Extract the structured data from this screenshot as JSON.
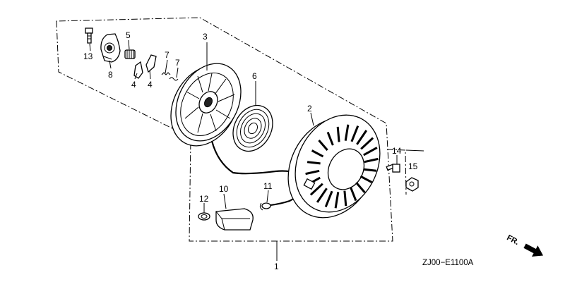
{
  "callouts": {
    "p1": "1",
    "p2": "2",
    "p3": "3",
    "p4a": "4",
    "p4b": "4",
    "p5": "5",
    "p6": "6",
    "p7a": "7",
    "p7b": "7",
    "p8": "8",
    "p10": "10",
    "p11": "11",
    "p12": "12",
    "p13": "13",
    "p14": "14",
    "p15": "15"
  },
  "diagram_code": "ZJ00−E1100A",
  "direction_label": "FR."
}
